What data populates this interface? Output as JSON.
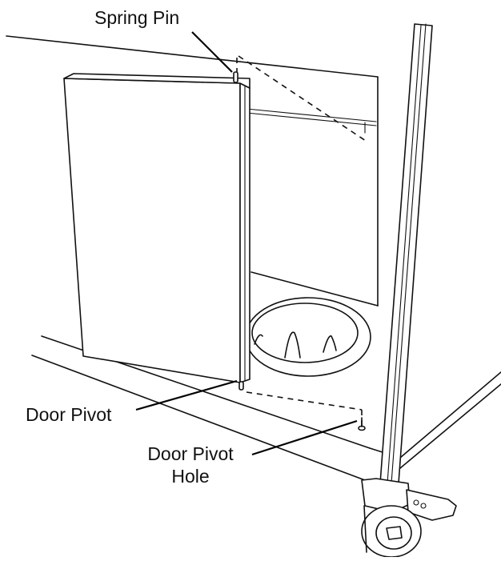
{
  "labels": {
    "spring_pin": "Spring Pin",
    "door_pivot": "Door Pivot",
    "door_pivot_hole_line1": "Door Pivot",
    "door_pivot_hole_line2": "Hole"
  },
  "colors": {
    "line": "#111111",
    "background": "#ffffff"
  }
}
